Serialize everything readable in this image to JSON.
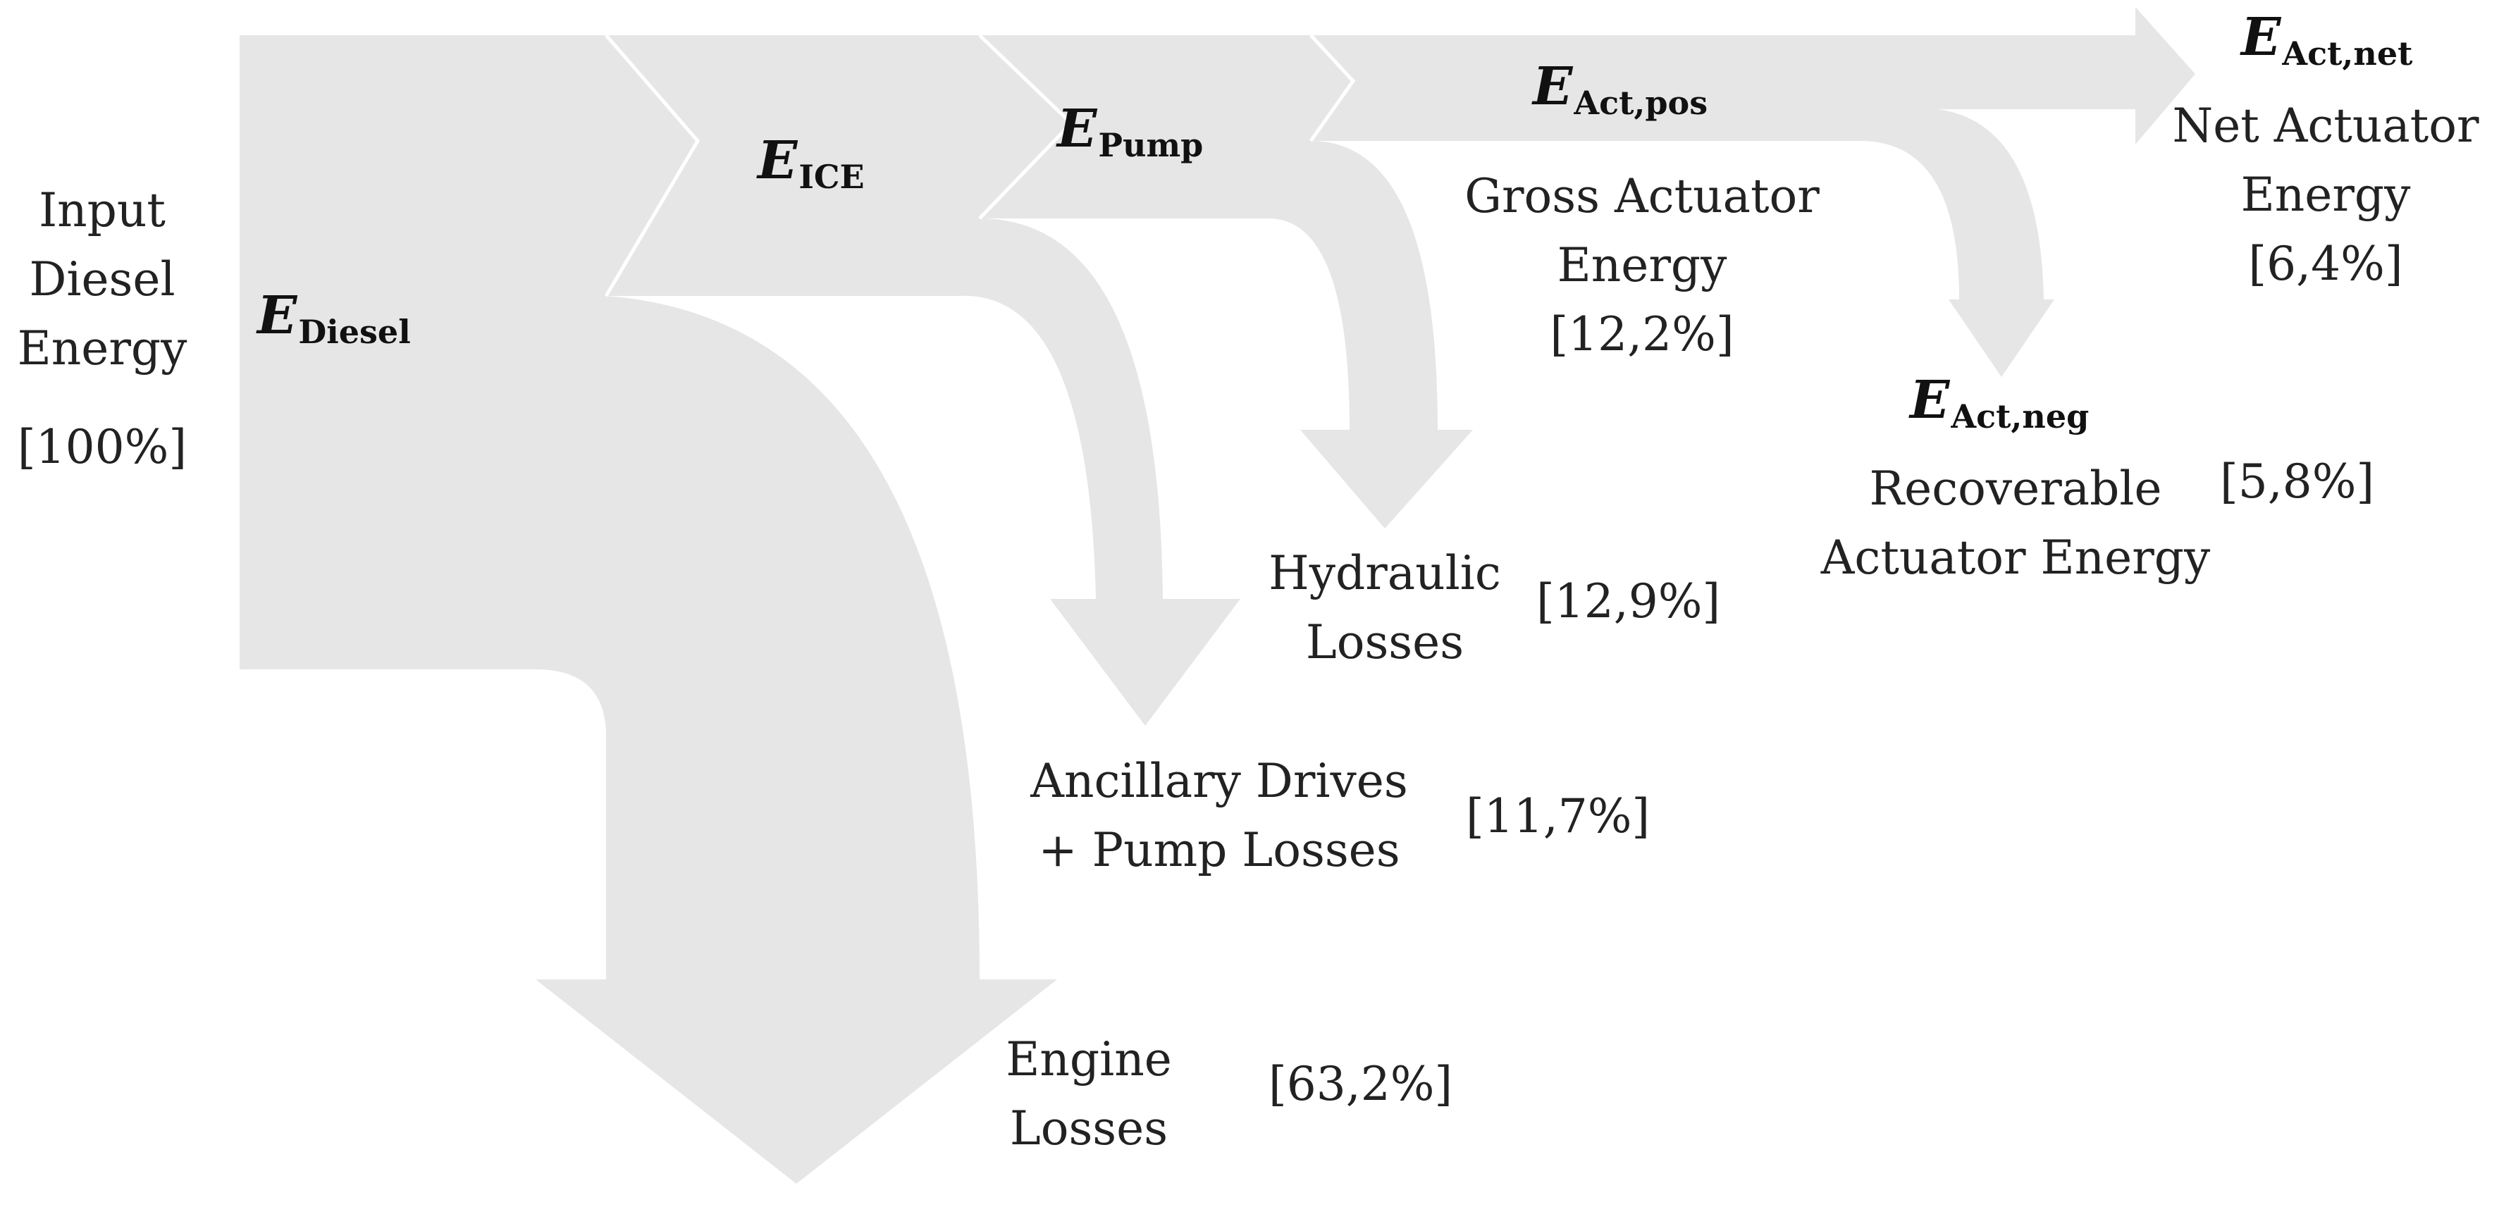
{
  "colors": {
    "flow": "#e6e6e6",
    "separator": "#ffffff",
    "text": "#222222"
  },
  "input": {
    "line1": "Input",
    "line2": "Diesel",
    "line3": "Energy",
    "percent": "[100%]"
  },
  "energy_labels": {
    "diesel": {
      "symbol": "E",
      "subscript": "Diesel"
    },
    "ice": {
      "symbol": "E",
      "subscript": "ICE"
    },
    "pump": {
      "symbol": "E",
      "subscript": "Pump"
    },
    "act_pos": {
      "symbol": "E",
      "subscript": "Act,pos"
    },
    "act_net": {
      "symbol": "E",
      "subscript": "Act,net"
    },
    "act_neg": {
      "symbol": "E",
      "subscript": "Act,neg"
    }
  },
  "outputs": {
    "engine_losses": {
      "line1": "Engine",
      "line2": "Losses",
      "percent": "[63,2%]"
    },
    "ancillary": {
      "line1": "Ancillary Drives",
      "line2": "+ Pump Losses",
      "percent": "[11,7%]"
    },
    "hydraulic": {
      "line1": "Hydraulic",
      "line2": "Losses",
      "percent": "[12,9%]"
    },
    "gross_actuator": {
      "line1": "Gross Actuator",
      "line2": "Energy",
      "percent": "[12,2%]"
    },
    "recoverable": {
      "line1": "Recoverable",
      "line2": "Actuator Energy",
      "percent": "[5,8%]"
    },
    "net_actuator": {
      "line1": "Net Actuator",
      "line2": "Energy",
      "percent": "[6,4%]"
    }
  }
}
